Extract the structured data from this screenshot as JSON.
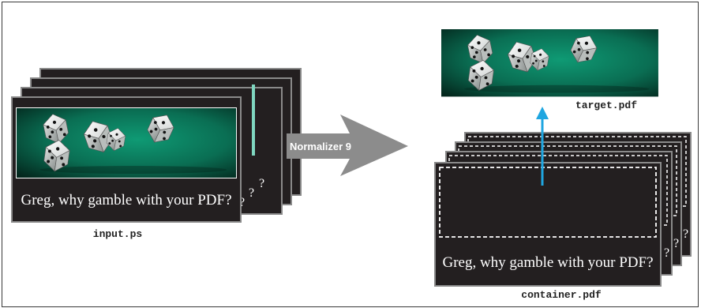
{
  "input": {
    "caption": "Greg, why gamble with your PDF?",
    "filename": "input.ps",
    "stack_hint": "?"
  },
  "normalizer": {
    "label": "Normalizer 9"
  },
  "container": {
    "caption": "Greg, why gamble with your PDF?",
    "filename": "container.pdf",
    "stack_hint": "?"
  },
  "target": {
    "filename": "target.pdf"
  },
  "colors": {
    "card_bg": "#231f20",
    "card_border": "#8a8a8a",
    "felt_dark": "#053a2c",
    "felt_light": "#0e8a68",
    "arrow_gray": "#8c8c8c",
    "arrow_blue": "#1fa6e0"
  }
}
